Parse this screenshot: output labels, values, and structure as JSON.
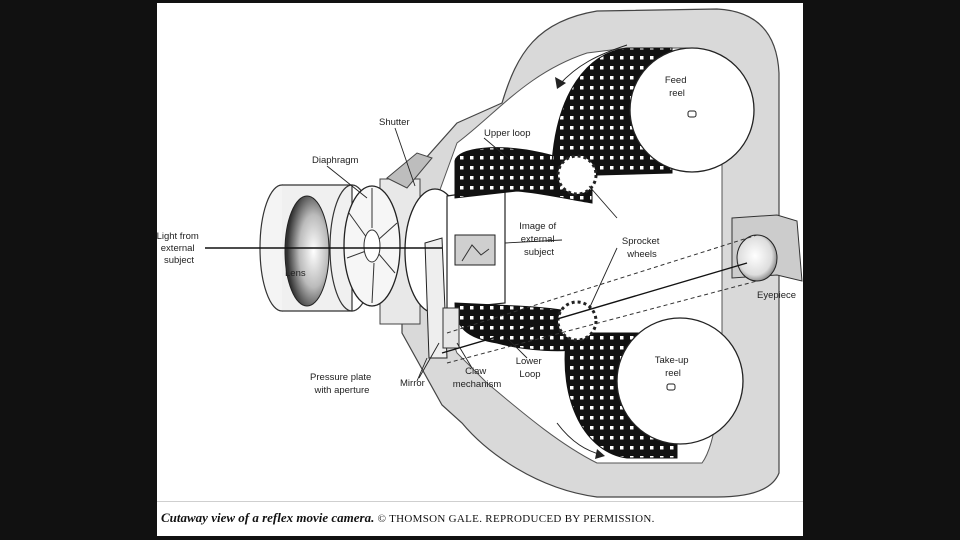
{
  "labels": {
    "shutter": "Shutter",
    "upper_loop": "Upper loop",
    "feed_reel": [
      "Feed",
      "reel"
    ],
    "diaphragm": "Diaphragm",
    "light_from_subject": [
      "Light from",
      "external",
      "subject"
    ],
    "lens": "Lens",
    "image_of_subject": [
      "Image of",
      "external",
      "subject"
    ],
    "sprocket_wheels": [
      "Sprocket",
      "wheels"
    ],
    "eyepiece": "Eyepiece",
    "pressure_plate": [
      "Pressure plate",
      "with aperture"
    ],
    "mirror": "Mirror",
    "claw_mechanism": [
      "Claw",
      "mechanism"
    ],
    "lower_loop": [
      "Lower",
      "Loop"
    ],
    "takeup_reel": [
      "Take-up",
      "reel"
    ]
  },
  "caption": {
    "title": "Cutaway view of a reflex movie camera.",
    "credit": "© THOMSON GALE. REPRODUCED BY PERMISSION."
  }
}
